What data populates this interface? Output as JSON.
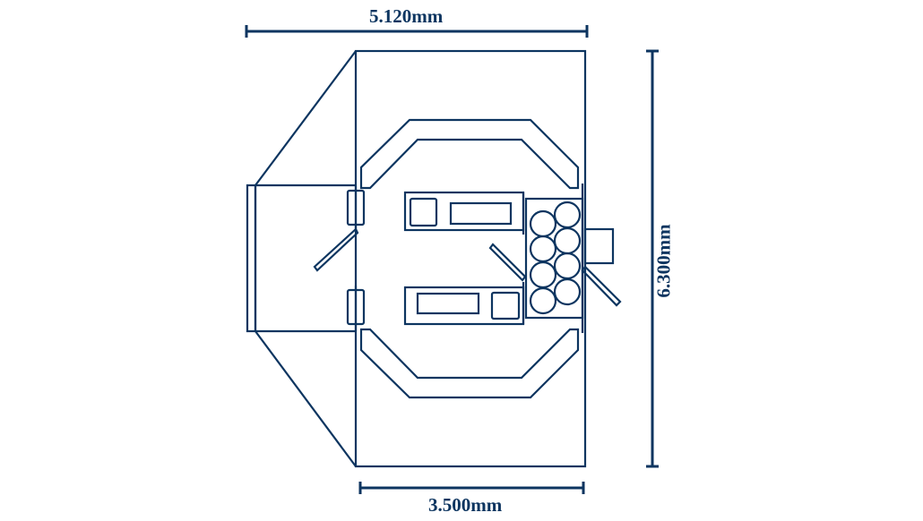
{
  "dimensions": {
    "top_width": "5.120mm",
    "right_height": "6.300mm",
    "bottom_width": "3.500mm"
  },
  "colors": {
    "line": "#0d3560",
    "background": "#ffffff"
  }
}
